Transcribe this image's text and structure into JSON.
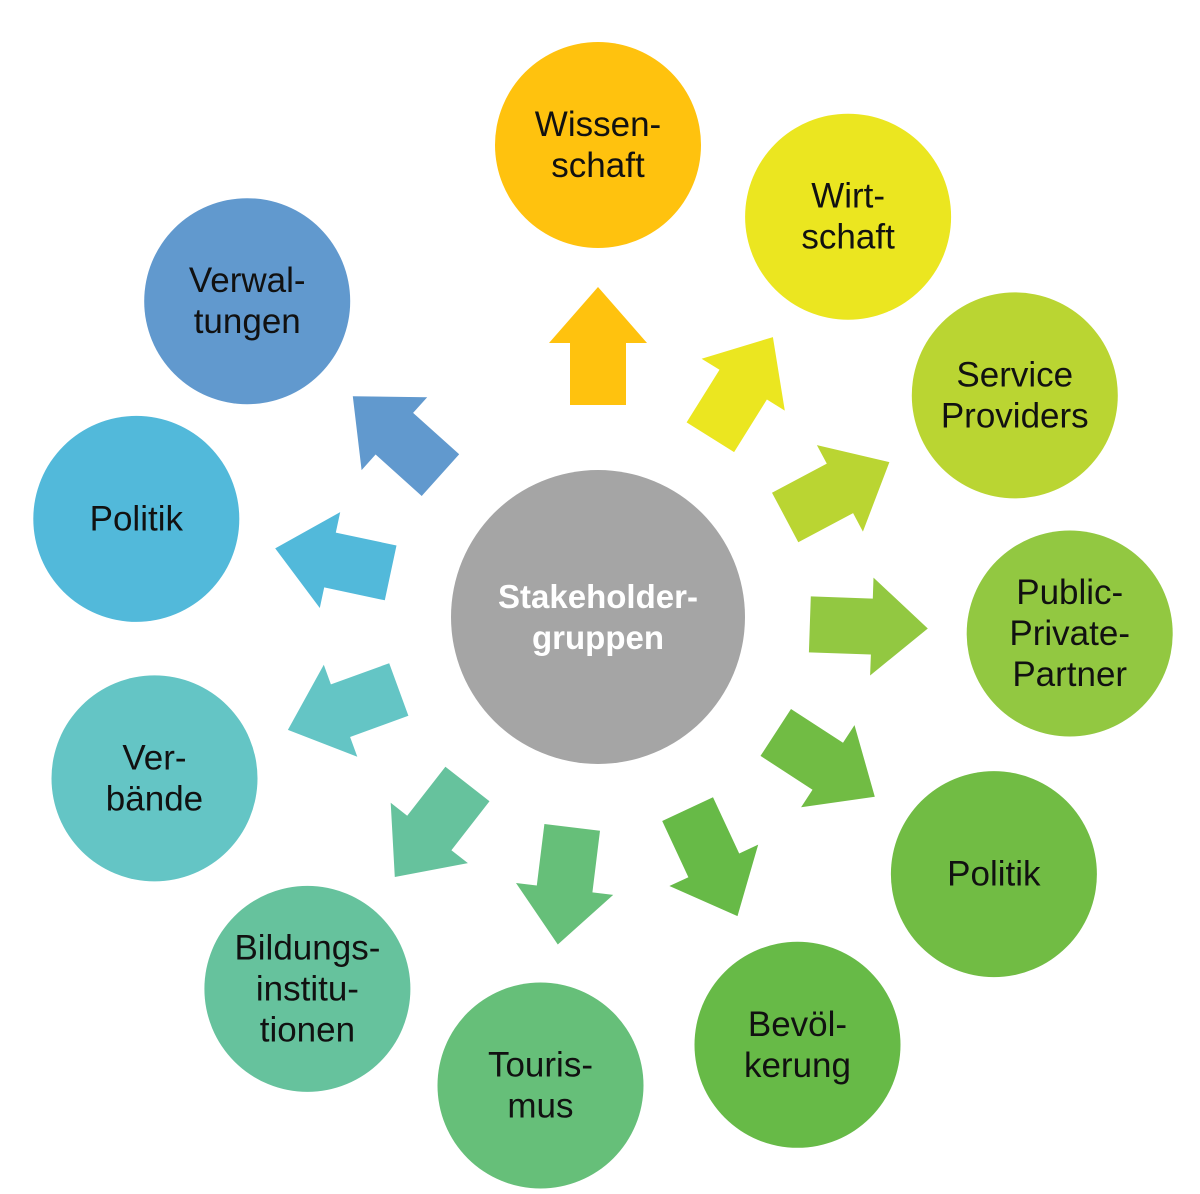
{
  "center": {
    "label_lines": [
      "Stakeholder-",
      "gruppen"
    ],
    "color": "#A5A5A5",
    "text_color": "#FFFFFF"
  },
  "groups": [
    {
      "id": "wissenschaft",
      "label_lines": [
        "Wissen-",
        "schaft"
      ],
      "color": "#FFC20E"
    },
    {
      "id": "wirtschaft",
      "label_lines": [
        "Wirt-",
        "schaft"
      ],
      "color": "#EBE620"
    },
    {
      "id": "service-providers",
      "label_lines": [
        "Service",
        "Providers"
      ],
      "color": "#BAD532"
    },
    {
      "id": "public-private-partner",
      "label_lines": [
        "Public-",
        "Private-",
        "Partner"
      ],
      "color": "#92C841"
    },
    {
      "id": "politik-right",
      "label_lines": [
        "Politik"
      ],
      "color": "#71BC44"
    },
    {
      "id": "bevoelkerung",
      "label_lines": [
        "Bevöl-",
        "kerung"
      ],
      "color": "#67BA47"
    },
    {
      "id": "tourismus",
      "label_lines": [
        "Touris-",
        "mus"
      ],
      "color": "#66BF79"
    },
    {
      "id": "bildungsinstitutionen",
      "label_lines": [
        "Bildungs-",
        "institu-",
        "tionen"
      ],
      "color": "#66C29D"
    },
    {
      "id": "verbaende",
      "label_lines": [
        "Ver-",
        "bände"
      ],
      "color": "#64C5C5"
    },
    {
      "id": "politik-left",
      "label_lines": [
        "Politik"
      ],
      "color": "#52B9DA"
    },
    {
      "id": "verwaltungen",
      "label_lines": [
        "Verwal-",
        "tungen"
      ],
      "color": "#6199CE"
    }
  ]
}
